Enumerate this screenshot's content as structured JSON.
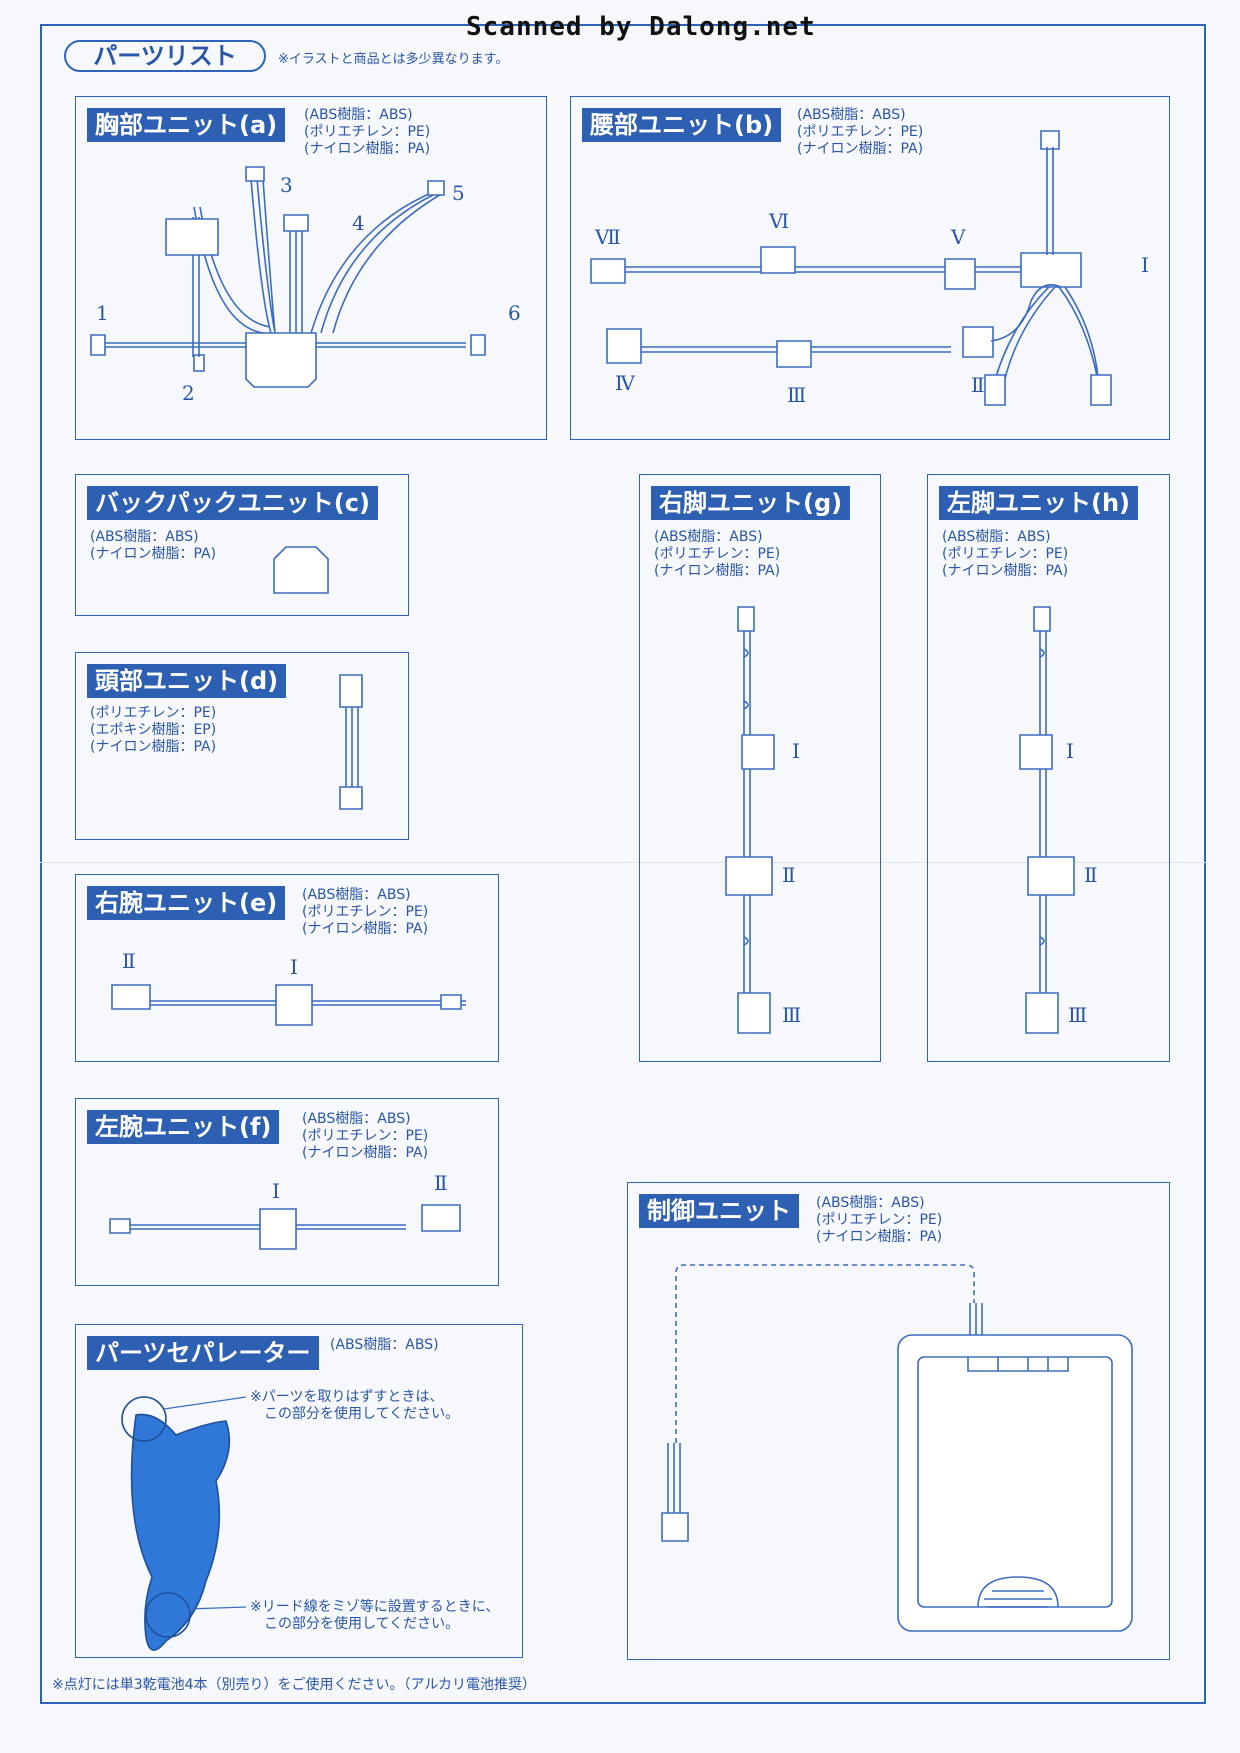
{
  "watermark": "Scanned by Dalong.net",
  "header": {
    "title": "パーツリスト",
    "note": "※イラストと商品とは多少異なります。"
  },
  "units": {
    "a": {
      "title": "胸部ユニット(a)",
      "materials": [
        "(ABS樹脂：ABS)",
        "(ポリエチレン：PE)",
        "(ナイロン樹脂：PA)"
      ],
      "labels": [
        "1",
        "2",
        "3",
        "4",
        "5",
        "6"
      ]
    },
    "b": {
      "title": "腰部ユニット(b)",
      "materials": [
        "(ABS樹脂：ABS)",
        "(ポリエチレン：PE)",
        "(ナイロン樹脂：PA)"
      ],
      "labels": [
        "Ⅰ",
        "Ⅱ",
        "Ⅲ",
        "Ⅳ",
        "Ⅴ",
        "Ⅵ",
        "Ⅶ"
      ]
    },
    "c": {
      "title": "バックパックユニット(c)",
      "materials": [
        "(ABS樹脂：ABS)",
        "(ナイロン樹脂：PA)"
      ]
    },
    "d": {
      "title": "頭部ユニット(d)",
      "materials": [
        "(ポリエチレン：PE)",
        "(エポキシ樹脂：EP)",
        "(ナイロン樹脂：PA)"
      ]
    },
    "e": {
      "title": "右腕ユニット(e)",
      "materials": [
        "(ABS樹脂：ABS)",
        "(ポリエチレン：PE)",
        "(ナイロン樹脂：PA)"
      ],
      "labels": [
        "Ⅰ",
        "Ⅱ"
      ]
    },
    "f": {
      "title": "左腕ユニット(f)",
      "materials": [
        "(ABS樹脂：ABS)",
        "(ポリエチレン：PE)",
        "(ナイロン樹脂：PA)"
      ],
      "labels": [
        "Ⅰ",
        "Ⅱ"
      ]
    },
    "g": {
      "title": "右脚ユニット(g)",
      "materials": [
        "(ABS樹脂：ABS)",
        "(ポリエチレン：PE)",
        "(ナイロン樹脂：PA)"
      ],
      "labels": [
        "Ⅰ",
        "Ⅱ",
        "Ⅲ"
      ]
    },
    "h": {
      "title": "左脚ユニット(h)",
      "materials": [
        "(ABS樹脂：ABS)",
        "(ポリエチレン：PE)",
        "(ナイロン樹脂：PA)"
      ],
      "labels": [
        "Ⅰ",
        "Ⅱ",
        "Ⅲ"
      ]
    },
    "separator": {
      "title": "パーツセパレーター",
      "materials": [
        "(ABS樹脂：ABS)"
      ],
      "note1": [
        "※パーツを取りはずすときは、",
        "この部分を使用してください。"
      ],
      "note2": [
        "※リード線をミゾ等に設置するときに、",
        "この部分を使用してください。"
      ]
    },
    "control": {
      "title": "制御ユニット",
      "materials": [
        "(ABS樹脂：ABS)",
        "(ポリエチレン：PE)",
        "(ナイロン樹脂：PA)"
      ]
    }
  },
  "footer_note": "※点灯には単3乾電池4本（別売り）をご使用ください。（アルカリ電池推奨）",
  "colors": {
    "brand_blue": "#2d5fb3",
    "line": "#3c6cc0",
    "separator_fill": "#2f78d8"
  }
}
